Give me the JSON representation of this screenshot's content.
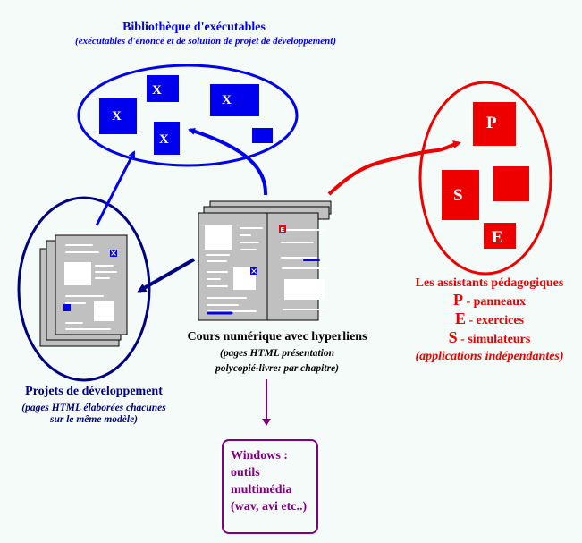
{
  "colors": {
    "background": "#f5fbf8",
    "library": "#0000ee",
    "projects": "#000080",
    "assistants": "#ee0000",
    "windows": "#800080",
    "page_gray": "#c0c0c0"
  },
  "library": {
    "title": "Bibliothèque d'exécutables",
    "subtitle": "(exécutables d'énoncé et de solution de projet de développement)",
    "executables": [
      {
        "label": "X"
      },
      {
        "label": "X"
      },
      {
        "label": "X"
      },
      {
        "label": "X"
      },
      {
        "label": ""
      }
    ]
  },
  "course": {
    "title": "Cours numérique avec hyperliens",
    "subtitle_line1": "(pages HTML présentation",
    "subtitle_line2": "polycopié-livre: par chapitre)",
    "badge_e": "E"
  },
  "projects": {
    "title": "Projets de développement",
    "subtitle_line1": "(pages HTML élaborées chacunes",
    "subtitle_line2": "sur le même modèle)"
  },
  "assistants": {
    "blocks": [
      {
        "label": "P"
      },
      {
        "label": "S"
      },
      {
        "label": ""
      },
      {
        "label": "E"
      }
    ],
    "title": "Les assistants pédagogiques",
    "items": [
      {
        "letter": "P",
        "text": " - panneaux"
      },
      {
        "letter": "E",
        "text": " - exercices"
      },
      {
        "letter": "S",
        "text": " - simulateurs"
      }
    ],
    "note": "(applications indépendantes)"
  },
  "windows": {
    "lines": [
      "Windows :",
      "outils",
      "multimédia",
      "(wav, avi etc..)"
    ]
  }
}
